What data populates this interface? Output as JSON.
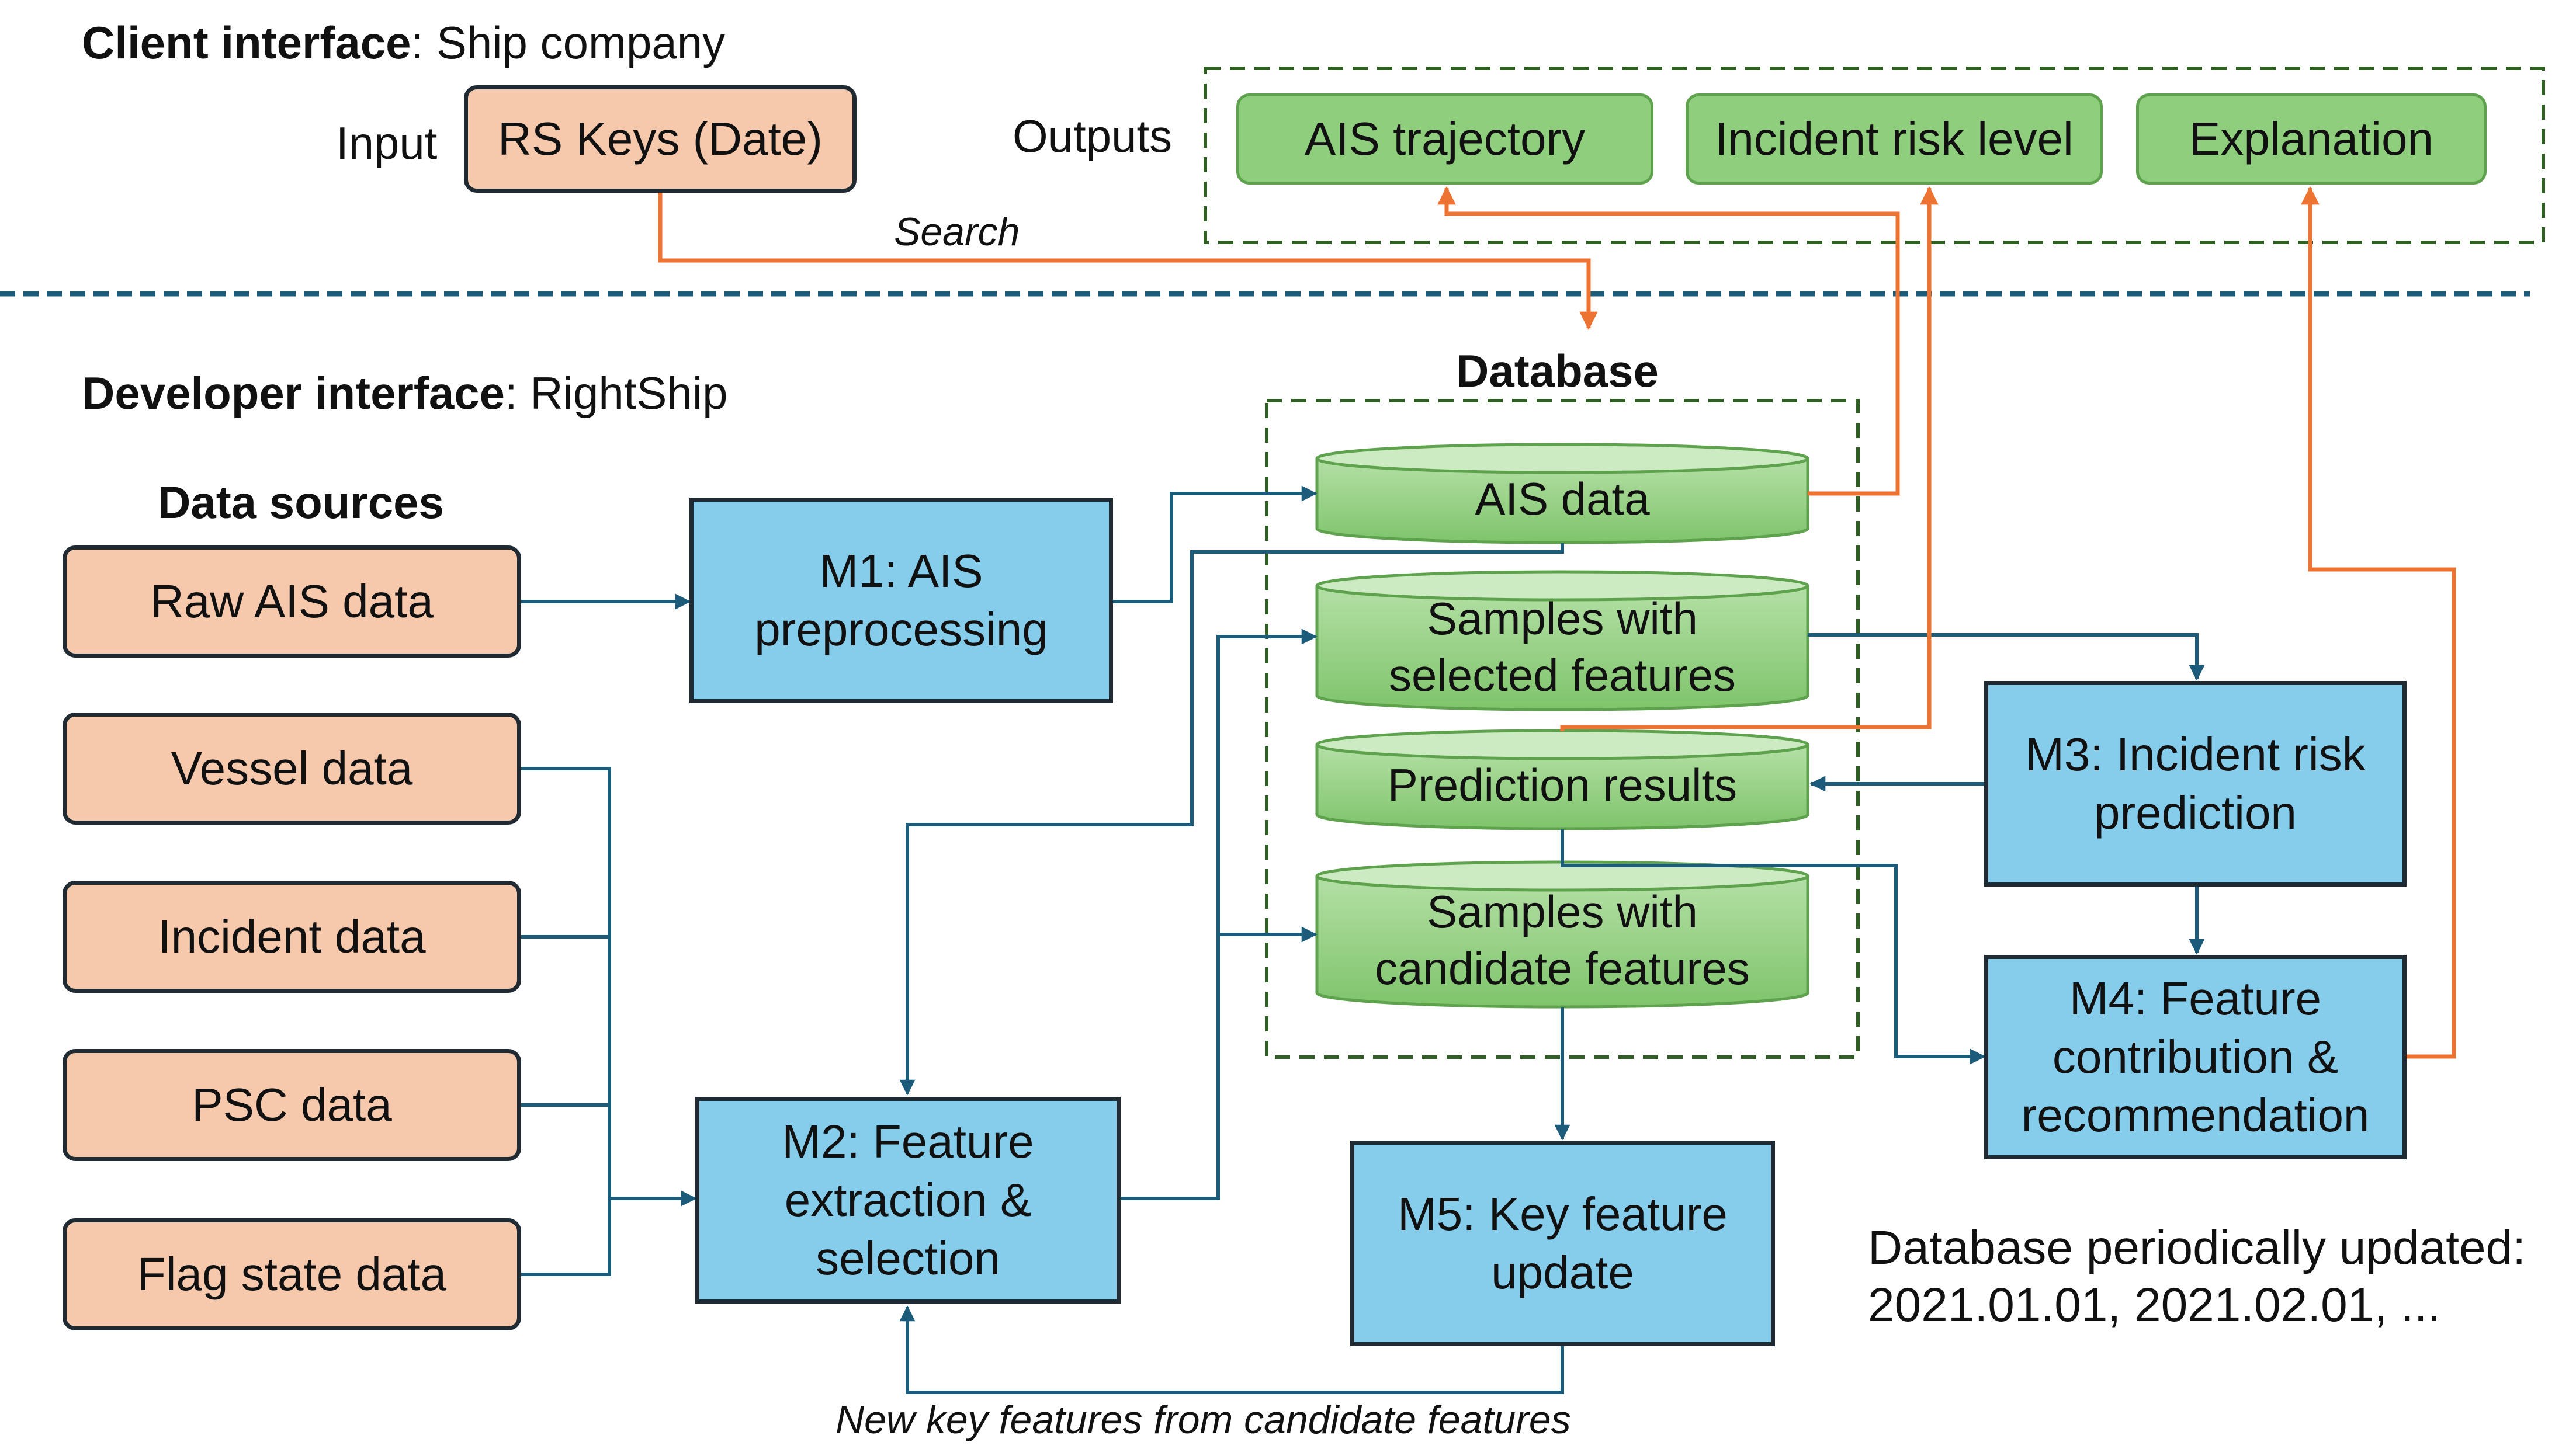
{
  "client": {
    "heading_bold": "Client interface",
    "heading_rest": ": Ship company",
    "input_label": "Input",
    "input_box": "RS Keys (Date)",
    "outputs_label": "Outputs",
    "outputs": [
      "AIS trajectory",
      "Incident risk level",
      "Explanation"
    ],
    "search_label": "Search"
  },
  "developer": {
    "heading_bold": "Developer interface",
    "heading_rest": ": RightShip"
  },
  "data_sources": {
    "title": "Data sources",
    "items": [
      "Raw AIS data",
      "Vessel data",
      "Incident data",
      "PSC data",
      "Flag state data"
    ]
  },
  "database": {
    "title": "Database",
    "stores": [
      "AIS data",
      "Samples with\nselected features",
      "Prediction results",
      "Samples with\ncandidate features"
    ]
  },
  "modules": {
    "m1": "M1: AIS\npreprocessing",
    "m2": "M2: Feature\nextraction &\nselection",
    "m3": "M3: Incident risk\nprediction",
    "m4": "M4: Feature\ncontribution &\nrecommendation",
    "m5": "M5: Key feature\nupdate"
  },
  "feedback_label": "New key features from candidate features",
  "update_note": {
    "line1": "Database periodically updated:",
    "line2": "2021.01.01, 2021.02.01, ..."
  },
  "colors": {
    "source_fill": "#f6c9ad",
    "module_fill": "#86cdec",
    "output_fill": "#8fce7d",
    "database_fill": "#8fce7d",
    "blue_arrow": "#1d5b7a",
    "orange_arrow": "#ec7331",
    "dashed_green": "#2f5f22",
    "divider": "#1d5b7a"
  }
}
